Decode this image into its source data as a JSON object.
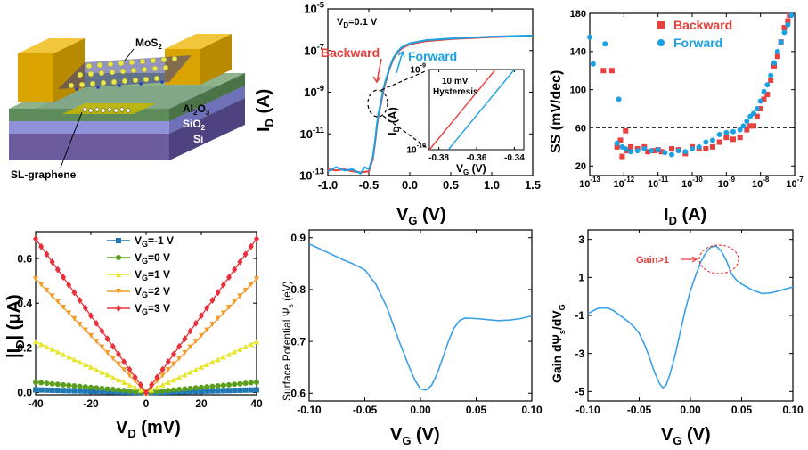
{
  "colors": {
    "red": "#e8403f",
    "blue": "#1ba1e2",
    "lineBlue": "#3aa0e6",
    "legendBlue": "#1f77b4",
    "green": "#5a9e1c",
    "yellow": "#e6e62e",
    "orange": "#f39c2a",
    "diamondRed": "#e8303a"
  },
  "device": {
    "labels": {
      "mos2": "MoS",
      "mos2_sub": "2",
      "al2o3": "Al",
      "al2o3_sub1": "2",
      "al2o3_o": "O",
      "al2o3_sub2": "3",
      "sio2": "SiO",
      "sio2_sub": "2",
      "si": "Si",
      "graphene": "SL-graphene"
    }
  },
  "chart_data": [
    {
      "id": "transfer",
      "type": "line",
      "xlabel_main": "V",
      "xlabel_sub": "G",
      "xlabel_unit": " (V)",
      "ylabel_main": "I",
      "ylabel_sub": "D",
      "ylabel_unit": " (A)",
      "xlim": [
        -1.0,
        1.5
      ],
      "ylim_log": [
        -13,
        -5
      ],
      "xticks": [
        "-1.0",
        "-0.5",
        "0.0",
        "0.5",
        "1.0",
        "1.5"
      ],
      "yticks_exp": [
        "-13",
        "-11",
        "-9",
        "-7",
        "-5"
      ],
      "annotation_vd": "V",
      "annotation_vd_sub": "D",
      "annotation_vd_val": "=0.1 V",
      "series": [
        {
          "name": "Backward",
          "color": "red",
          "x": [
            -1.0,
            -0.9,
            -0.8,
            -0.7,
            -0.6,
            -0.5,
            -0.45,
            -0.42,
            -0.4,
            -0.38,
            -0.36,
            -0.34,
            -0.32,
            -0.3,
            -0.25,
            -0.2,
            -0.15,
            -0.1,
            0.0,
            0.2,
            0.5,
            1.0,
            1.5
          ],
          "log_y": [
            -12.7,
            -12.75,
            -12.7,
            -12.8,
            -12.85,
            -12.8,
            -12.2,
            -11.3,
            -10.6,
            -10.1,
            -9.7,
            -9.3,
            -8.9,
            -8.6,
            -7.9,
            -7.4,
            -7.1,
            -6.9,
            -6.7,
            -6.55,
            -6.45,
            -6.35,
            -6.3
          ]
        },
        {
          "name": "Forward",
          "color": "blue",
          "x": [
            -1.0,
            -0.9,
            -0.8,
            -0.7,
            -0.6,
            -0.55,
            -0.5,
            -0.45,
            -0.42,
            -0.4,
            -0.38,
            -0.36,
            -0.34,
            -0.32,
            -0.3,
            -0.25,
            -0.2,
            -0.15,
            -0.1,
            0.0,
            0.2,
            0.5,
            1.0,
            1.5
          ],
          "log_y": [
            -12.8,
            -12.6,
            -12.75,
            -12.7,
            -12.9,
            -12.6,
            -12.7,
            -12.1,
            -11.2,
            -10.5,
            -10.0,
            -9.6,
            -9.2,
            -8.8,
            -8.5,
            -7.85,
            -7.35,
            -7.05,
            -6.85,
            -6.65,
            -6.5,
            -6.42,
            -6.33,
            -6.28
          ]
        }
      ],
      "labels": {
        "backward": "Backward",
        "forward": "Forward"
      },
      "inset": {
        "xlim": [
          -0.385,
          -0.335
        ],
        "ylim_log": [
          -10,
          -9
        ],
        "xticks": [
          "-0.38",
          "-0.36",
          "-0.34"
        ],
        "yticks_exp": [
          "-10",
          "-9"
        ],
        "xlabel_main": "V",
        "xlabel_sub": "G",
        "xlabel_unit": " (V)",
        "ylabel_main": "I",
        "ylabel_sub": "D",
        "ylabel_unit": " (A)",
        "note_line1": "10 mV",
        "note_line2": "Hysteresis",
        "series": [
          {
            "name": "Backward",
            "color": "red",
            "x": [
              -0.385,
              -0.35
            ],
            "log_y": [
              -10.1,
              -8.95
            ]
          },
          {
            "name": "Forward",
            "color": "blue",
            "x": [
              -0.375,
              -0.34
            ],
            "log_y": [
              -10.1,
              -8.95
            ]
          }
        ]
      }
    },
    {
      "id": "ss",
      "type": "scatter",
      "xlabel_main": "I",
      "xlabel_sub": "D",
      "xlabel_unit": " (A)",
      "ylabel": "SS (mV/dec)",
      "xlim_log": [
        -13,
        -7
      ],
      "ylim": [
        10,
        180
      ],
      "xticks_exp": [
        "-13",
        "-12",
        "-11",
        "-10",
        "-9",
        "-8",
        "-7"
      ],
      "yticks": [
        "20",
        "60",
        "100",
        "140",
        "180"
      ],
      "dashed_y": 60,
      "legend": [
        "Backward",
        "Forward"
      ],
      "series": [
        {
          "name": "Backward",
          "color": "red",
          "marker": "square",
          "log_x": [
            -12.35,
            -12.2,
            -12.1,
            -12.05,
            -11.95,
            -11.9,
            -11.8,
            -11.6,
            -11.4,
            -11.3,
            -11.1,
            -11.0,
            -10.9,
            -10.6,
            -10.4,
            -10.2,
            -10.0,
            -9.8,
            -9.6,
            -9.4,
            -9.2,
            -9.0,
            -8.8,
            -8.6,
            -8.4,
            -8.3,
            -8.2,
            -8.1,
            -8.0,
            -7.9,
            -7.8,
            -7.7,
            -7.6,
            -7.5,
            -7.4,
            -7.3,
            -7.2,
            -7.15,
            -12.6
          ],
          "y": [
            120,
            40,
            47,
            30,
            57,
            36,
            40,
            38,
            40,
            35,
            36,
            37,
            35,
            38,
            37,
            33,
            40,
            38,
            38,
            40,
            45,
            50,
            48,
            50,
            58,
            62,
            62,
            72,
            80,
            90,
            95,
            110,
            125,
            135,
            150,
            165,
            172,
            178,
            120
          ]
        },
        {
          "name": "Forward",
          "color": "blue",
          "marker": "circle",
          "log_x": [
            -13.0,
            -12.9,
            -12.55,
            -12.2,
            -12.05,
            -12.15,
            -11.95,
            -11.8,
            -11.6,
            -11.4,
            -11.2,
            -11.0,
            -10.8,
            -10.6,
            -10.4,
            -10.2,
            -10.0,
            -9.8,
            -9.6,
            -9.4,
            -9.2,
            -9.0,
            -8.8,
            -8.6,
            -8.5,
            -8.4,
            -8.3,
            -8.2,
            -8.1,
            -8.0,
            -7.9,
            -7.8,
            -7.7,
            -7.6,
            -7.5,
            -7.4,
            -7.3,
            -7.2,
            -7.1
          ],
          "y": [
            155,
            127,
            148,
            44,
            40,
            90,
            38,
            35,
            36,
            38,
            36,
            37,
            34,
            32,
            36,
            35,
            38,
            40,
            45,
            47,
            53,
            55,
            56,
            58,
            62,
            67,
            72,
            75,
            80,
            88,
            98,
            105,
            115,
            128,
            140,
            150,
            160,
            168,
            178
          ]
        }
      ]
    },
    {
      "id": "output",
      "type": "line",
      "xlabel_main": "V",
      "xlabel_sub": "D",
      "xlabel_unit": " (mV)",
      "ylabel_main": "|I",
      "ylabel_sub": "D",
      "ylabel_unit": "| (μA)",
      "xlim": [
        -40,
        40
      ],
      "ylim": [
        -0.01,
        0.72
      ],
      "xticks": [
        "-40",
        "-20",
        "0",
        "20",
        "40"
      ],
      "yticks": [
        "0.0",
        "0.2",
        "0.4",
        "0.6"
      ],
      "series": [
        {
          "name": "V",
          "sub": "G",
          "val": "=-1 V",
          "color": "legendBlue",
          "marker": "square",
          "slope": 0.0003
        },
        {
          "name": "V",
          "sub": "G",
          "val": "=0 V",
          "color": "green",
          "marker": "circle",
          "slope": 0.00115
        },
        {
          "name": "V",
          "sub": "G",
          "val": "=1 V",
          "color": "yellow",
          "marker": "triangle-up",
          "slope": 0.0057
        },
        {
          "name": "V",
          "sub": "G",
          "val": "=2 V",
          "color": "orange",
          "marker": "triangle-down",
          "slope": 0.0127
        },
        {
          "name": "V",
          "sub": "G",
          "val": "=3 V",
          "color": "diamondRed",
          "marker": "diamond",
          "slope": 0.0172
        }
      ]
    },
    {
      "id": "surface",
      "type": "line",
      "xlabel_main": "V",
      "xlabel_sub": "G",
      "xlabel_unit": " (V)",
      "ylabel": "Surface Potential Ψ",
      "ylabel_sub": "s",
      "ylabel_unit": " (eV)",
      "xlim": [
        -0.1,
        0.1
      ],
      "ylim": [
        0.585,
        0.915
      ],
      "xticks": [
        "-0.10",
        "-0.05",
        "0.00",
        "0.05",
        "0.10"
      ],
      "yticks": [
        "0.6",
        "0.7",
        "0.8",
        "0.9"
      ],
      "series": [
        {
          "name": "",
          "color": "lineBlue",
          "x": [
            -0.1,
            -0.09,
            -0.08,
            -0.07,
            -0.06,
            -0.05,
            -0.04,
            -0.03,
            -0.02,
            -0.01,
            -0.005,
            0.0,
            0.005,
            0.01,
            0.015,
            0.02,
            0.025,
            0.03,
            0.035,
            0.04,
            0.05,
            0.06,
            0.07,
            0.08,
            0.09,
            0.1
          ],
          "y": [
            0.888,
            0.878,
            0.868,
            0.858,
            0.849,
            0.838,
            0.81,
            0.765,
            0.705,
            0.65,
            0.625,
            0.608,
            0.606,
            0.615,
            0.638,
            0.668,
            0.7,
            0.725,
            0.74,
            0.745,
            0.744,
            0.742,
            0.74,
            0.741,
            0.744,
            0.749
          ]
        }
      ]
    },
    {
      "id": "gain",
      "type": "line",
      "xlabel_main": "V",
      "xlabel_sub": "G",
      "xlabel_unit": " (V)",
      "ylabel": "Gain dΨ",
      "ylabel_sub": "s",
      "ylabel_unit": "/dV",
      "ylabel_sub2": "G",
      "xlim": [
        -0.1,
        0.1
      ],
      "ylim": [
        -5.5,
        3.5
      ],
      "xticks": [
        "-0.10",
        "-0.05",
        "0.00",
        "0.05",
        "0.10"
      ],
      "yticks": [
        "-5",
        "-3",
        "-1",
        "1",
        "3"
      ],
      "annotation": "Gain>1",
      "series": [
        {
          "name": "",
          "color": "lineBlue",
          "x": [
            -0.1,
            -0.095,
            -0.09,
            -0.085,
            -0.08,
            -0.075,
            -0.07,
            -0.065,
            -0.06,
            -0.055,
            -0.05,
            -0.045,
            -0.04,
            -0.035,
            -0.03,
            -0.027,
            -0.024,
            -0.02,
            -0.015,
            -0.01,
            -0.005,
            0.0,
            0.005,
            0.01,
            0.015,
            0.02,
            0.025,
            0.03,
            0.035,
            0.04,
            0.045,
            0.05,
            0.055,
            0.06,
            0.07,
            0.08,
            0.09,
            0.1
          ],
          "y": [
            -0.9,
            -0.75,
            -0.62,
            -0.6,
            -0.62,
            -0.75,
            -0.95,
            -1.15,
            -1.35,
            -1.6,
            -1.95,
            -2.5,
            -3.2,
            -4.0,
            -4.6,
            -4.8,
            -4.7,
            -4.1,
            -3.1,
            -1.9,
            -0.7,
            0.3,
            1.1,
            1.8,
            2.3,
            2.6,
            2.65,
            2.4,
            1.9,
            1.2,
            0.85,
            0.65,
            0.5,
            0.35,
            0.15,
            0.2,
            0.35,
            0.5
          ]
        }
      ]
    }
  ]
}
